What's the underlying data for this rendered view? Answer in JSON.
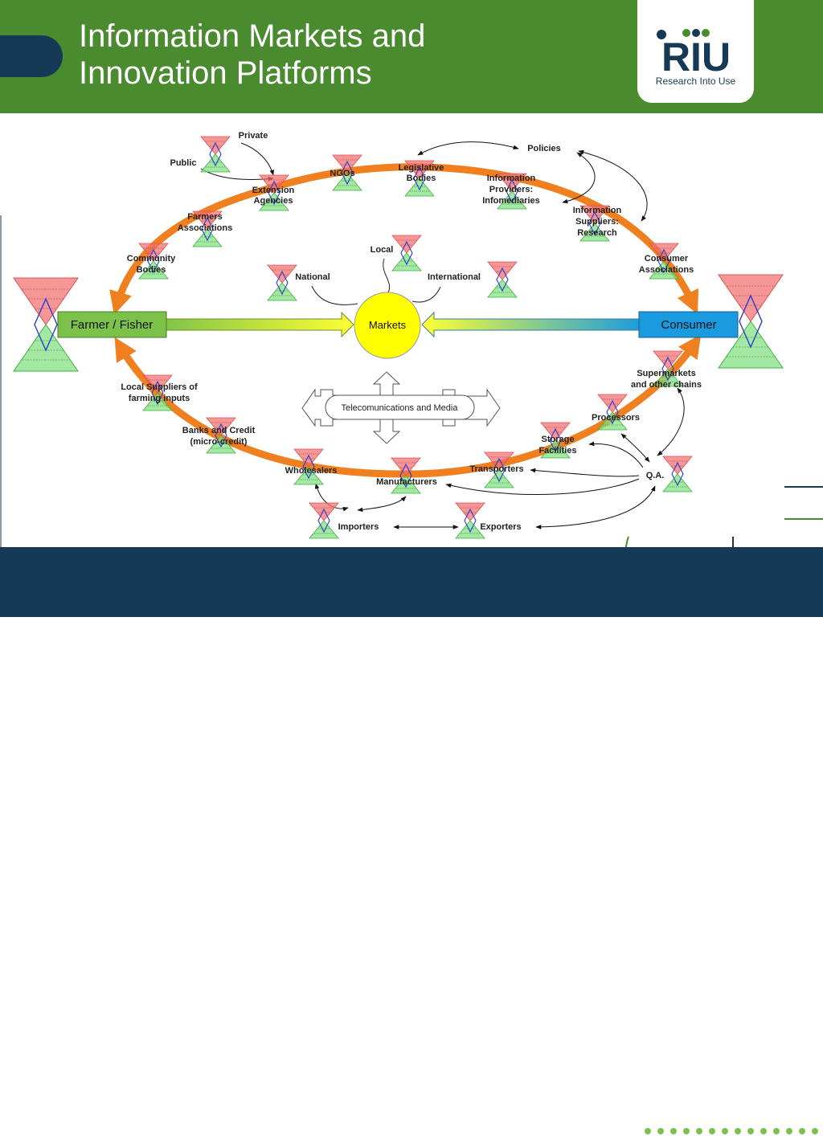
{
  "title_line1": "Information Markets and",
  "title_line2": "Innovation Platforms",
  "logo": {
    "wordmark": "RIU",
    "tagline": "Research Into Use"
  },
  "center": {
    "left": "Farmer / Fisher",
    "hub": "Markets",
    "right": "Consumer",
    "media": "Telecomunications and Media"
  },
  "markets": {
    "local": "Local",
    "national": "National",
    "international": "International"
  },
  "top": {
    "private": "Private",
    "public": "Public",
    "policies": "Policies",
    "ngos": "NGOs",
    "ext1": "Extension",
    "ext2": "Agencies",
    "leg1": "Legislative",
    "leg2": "Bodies",
    "ip1": "Information",
    "ip2": "Providers:",
    "ip3": "Infomediaries",
    "is1": "Information",
    "is2": "Suppliers:",
    "is3": "Research",
    "fa1": "Farmers",
    "fa2": "Associations",
    "cb1": "Community",
    "cb2": "Bodies",
    "ca1": "Consumer",
    "ca2": "Associations"
  },
  "bottom": {
    "ls1": "Local Suppliers of",
    "ls2": "farming inputs",
    "bc1": "Banks and Credit",
    "bc2": "(micro-credit)",
    "wholesalers": "Wholesalers",
    "manufacturers": "Manufacturers",
    "importers": "Importers",
    "exporters": "Exporters",
    "transporters": "Transporters",
    "sf1": "Storage",
    "sf2": "Facilities",
    "processors": "Processors",
    "sm1": "Supermarkets",
    "sm2": "and other chains",
    "qa": "Q.A."
  },
  "colors": {
    "header": "#4a8b2f",
    "footer": "#163a55",
    "ring": "#f07f1f",
    "hub": "#ffff00",
    "farmer_box": "#7cc24a",
    "consumer_box": "#1a9be0"
  }
}
